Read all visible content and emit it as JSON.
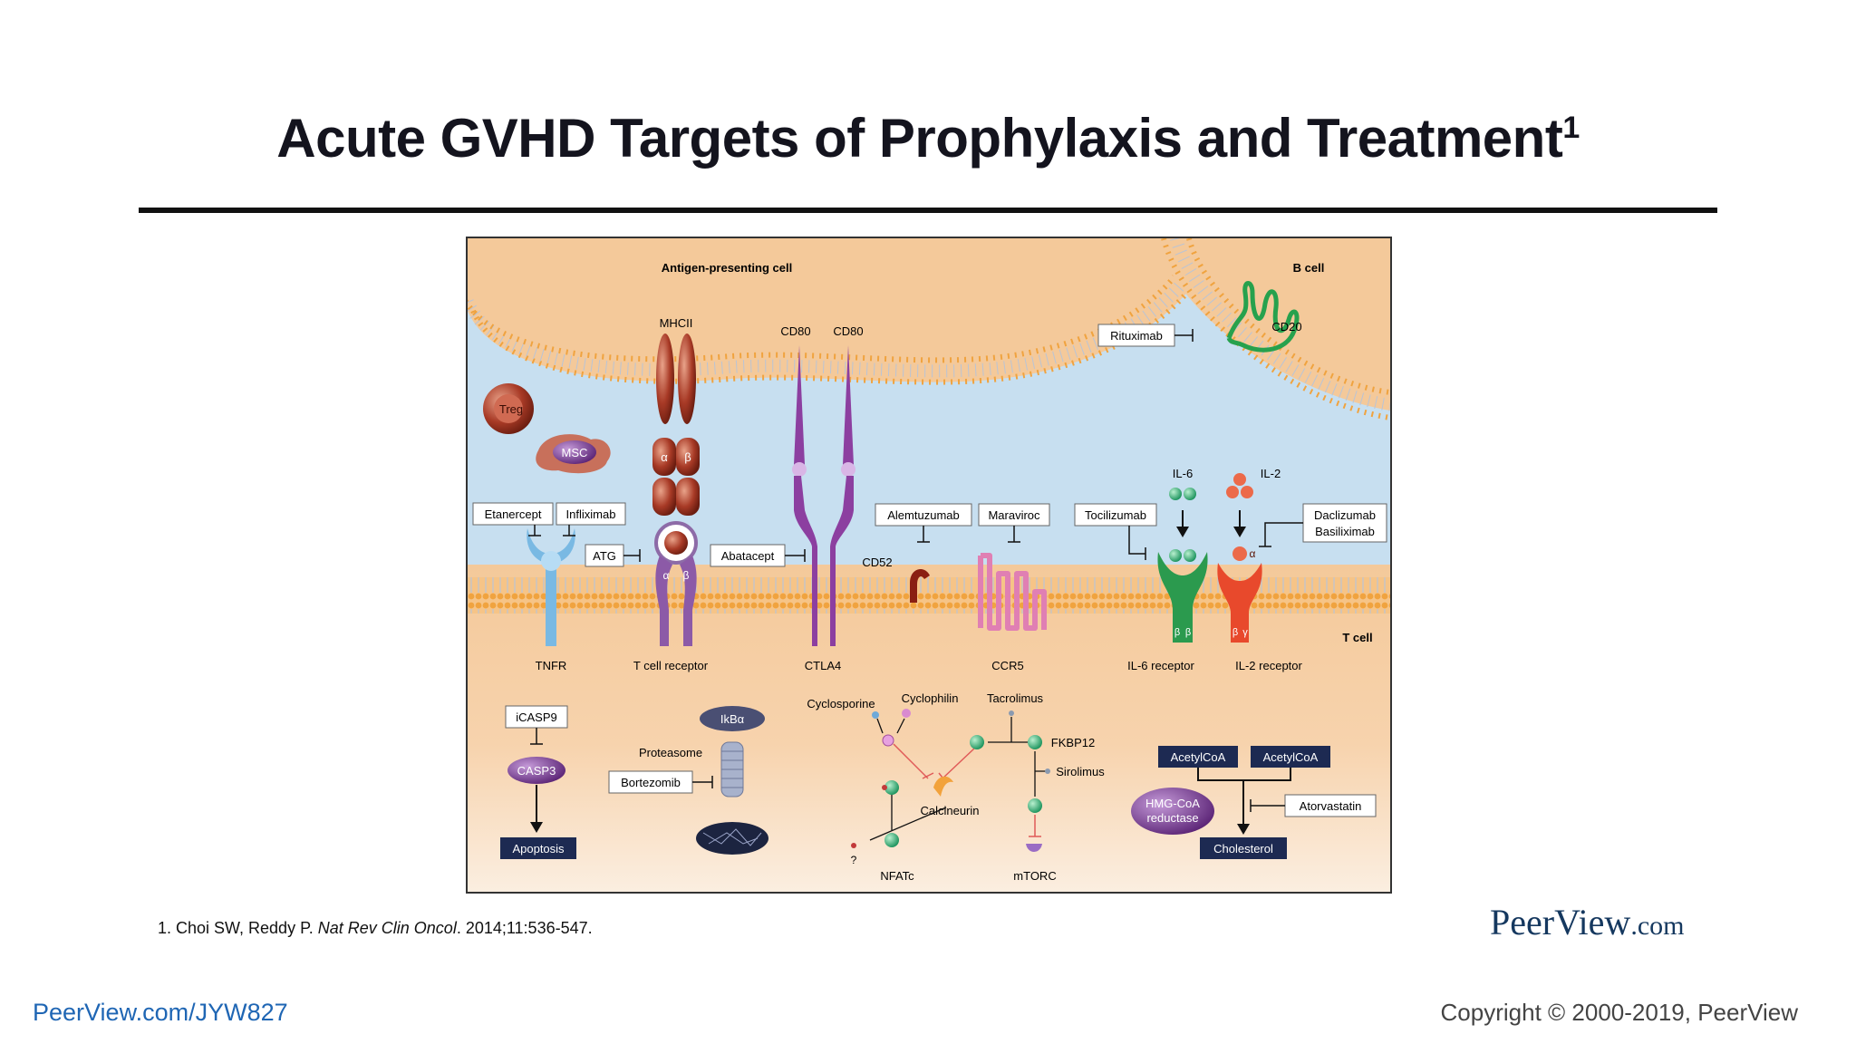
{
  "slide": {
    "title": "Acute GVHD Targets of Prophylaxis and Treatment",
    "title_superscript": "1",
    "reference_prefix": "1. Choi SW, Reddy P. ",
    "reference_journal": "Nat Rev Clin Oncol",
    "reference_suffix": ". 2014;11:536-547.",
    "logo_main": "PeerView",
    "logo_suffix": ".com",
    "footer_link": "PeerView.com/JYW827",
    "copyright": "Copyright © 2000-2019, PeerView"
  },
  "diagram": {
    "cells": {
      "apc": "Antigen-presenting cell",
      "bcell": "B cell",
      "tcell": "T cell"
    },
    "cell_types": {
      "treg": "Treg",
      "msc": "MSC"
    },
    "molecules": {
      "mhcii": "MHCII",
      "cd80_a": "CD80",
      "cd80_b": "CD80",
      "cd20": "CD20",
      "cd52": "CD52",
      "il6": "IL-6",
      "il2": "IL-2",
      "alpha_greek": "α",
      "beta_greek": "β",
      "gamma_greek": "γ"
    },
    "receptors": {
      "tnfr": "TNFR",
      "tcr": "T cell receptor",
      "ctla4": "CTLA4",
      "ccr5": "CCR5",
      "il6r": "IL-6 receptor",
      "il2r": "IL-2 receptor"
    },
    "drugs": {
      "rituximab": "Rituximab",
      "etanercept": "Etanercept",
      "infliximab": "Infliximab",
      "atg": "ATG",
      "abatacept": "Abatacept",
      "alemtuzumab": "Alemtuzumab",
      "maraviroc": "Maraviroc",
      "tocilizumab": "Tocilizumab",
      "daclizumab": "Daclizumab",
      "basiliximab": "Basiliximab",
      "bortezomib": "Bortezomib",
      "atorvastatin": "Atorvastatin"
    },
    "intracellular": {
      "icasp9": "iCASP9",
      "casp3": "CASP3",
      "apoptosis": "Apoptosis",
      "ikba": "IkBα",
      "proteasome": "Proteasome",
      "cyclosporine": "Cyclosporine",
      "cyclophilin": "Cyclophilin",
      "tacrolimus": "Tacrolimus",
      "fkbp12": "FKBP12",
      "sirolimus": "Sirolimus",
      "calcineurin": "Calcineurin",
      "nfatc": "NFATc",
      "mtorc": "mTORC",
      "question": "?",
      "acetylcoa_1": "AcetylCoA",
      "acetylcoa_2": "AcetylCoA",
      "hmgcoa_line1": "HMG-CoA",
      "hmgcoa_line2": "reductase",
      "cholesterol": "Cholesterol"
    }
  }
}
